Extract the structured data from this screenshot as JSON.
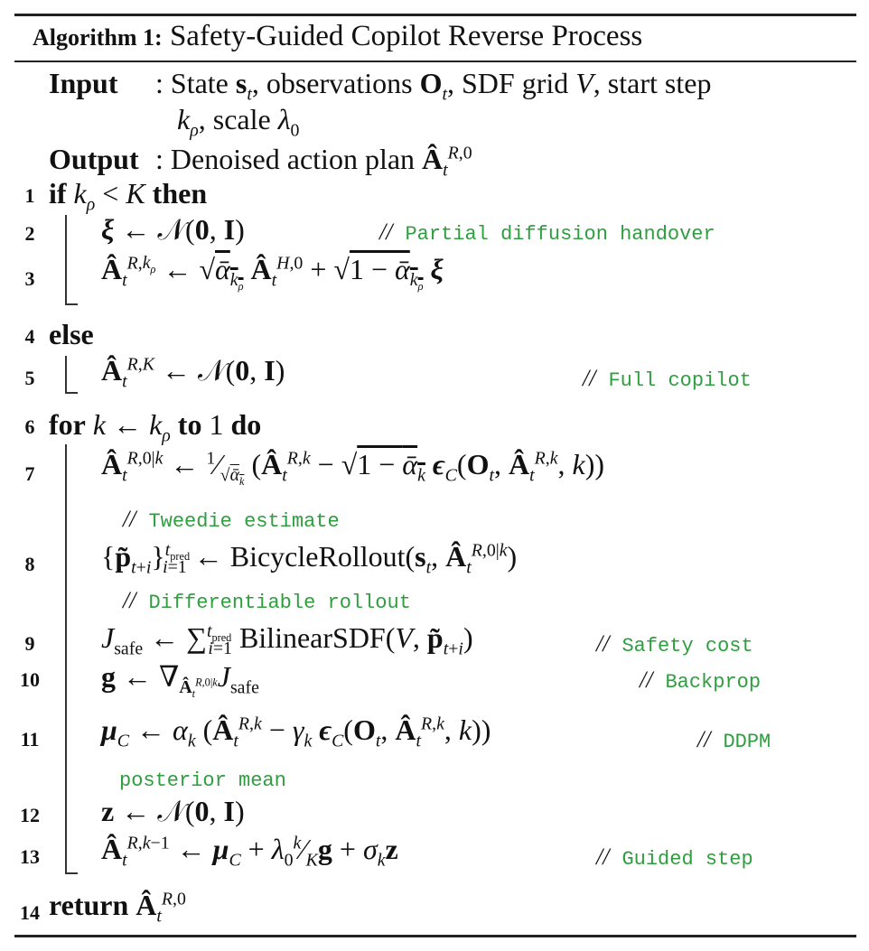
{
  "algorithm": {
    "label": "Algorithm 1:",
    "title": "Safety-Guided Copilot Reverse Process",
    "input_label": "Input",
    "input_text_1": ": State s_t, observations O_t, SDF grid V, start step",
    "input_text_2": "k_ρ, scale λ_0",
    "output_label": "Output",
    "output_text": ": Denoised action plan Â_t^{R,0}",
    "comment_color": "#2e9e3e",
    "lines": [
      {
        "n": "1",
        "code": "if k_ρ < K then",
        "comment": ""
      },
      {
        "n": "2",
        "code": "ξ ← N(0, I)",
        "comment": "Partial diffusion handover"
      },
      {
        "n": "3",
        "code": "Â_t^{R,k_ρ} ← √(ᾱ_{k_ρ}) Â_t^{H,0} + √(1 − ᾱ_{k_ρ}) ξ",
        "comment": ""
      },
      {
        "n": "4",
        "code": "else",
        "comment": ""
      },
      {
        "n": "5",
        "code": "Â_t^{R,K} ← N(0, I)",
        "comment": "Full copilot"
      },
      {
        "n": "6",
        "code": "for k ← k_ρ to 1 do",
        "comment": ""
      },
      {
        "n": "7",
        "code": "Â_t^{R,0|k} ← 1/√(ᾱ_k) (Â_t^{R,k} − √(1 − ᾱ_k) ε_C(O_t, Â_t^{R,k}, k))",
        "comment": "Tweedie estimate"
      },
      {
        "n": "8",
        "code": "{p̃_{t+i}}_{i=1}^{t_pred} ← BicycleRollout(s_t, Â_t^{R,0|k})",
        "comment": "Differentiable rollout"
      },
      {
        "n": "9",
        "code": "J_safe ← Σ_{i=1}^{t_pred} BilinearSDF(V, p̃_{t+i})",
        "comment": "Safety cost"
      },
      {
        "n": "10",
        "code": "g ← ∇_{Â_t^{R,0|k}} J_safe",
        "comment": "Backprop"
      },
      {
        "n": "11",
        "code": "μ_C ← α_k (Â_t^{R,k} − γ_k ε_C(O_t, Â_t^{R,k}, k))",
        "comment": "DDPM posterior mean"
      },
      {
        "n": "12",
        "code": "z ← N(0, I)",
        "comment": ""
      },
      {
        "n": "13",
        "code": "Â_t^{R,k−1} ← μ_C + λ_0 (k/K) g + σ_k z",
        "comment": "Guided step"
      },
      {
        "n": "14",
        "code": "return Â_t^{R,0}",
        "comment": ""
      }
    ],
    "comments_display": {
      "c2": "Partial diffusion handover",
      "c5": "Full copilot",
      "c7": "Tweedie estimate",
      "c8": "Differentiable rollout",
      "c9": "Safety cost",
      "c10": "Backprop",
      "c11a": "DDPM",
      "c11b": "posterior mean",
      "c13": "Guided step"
    },
    "keywords": {
      "if": "if",
      "then": "then",
      "else": "else",
      "for": "for",
      "to": "to",
      "do": "do",
      "return": "return"
    }
  }
}
